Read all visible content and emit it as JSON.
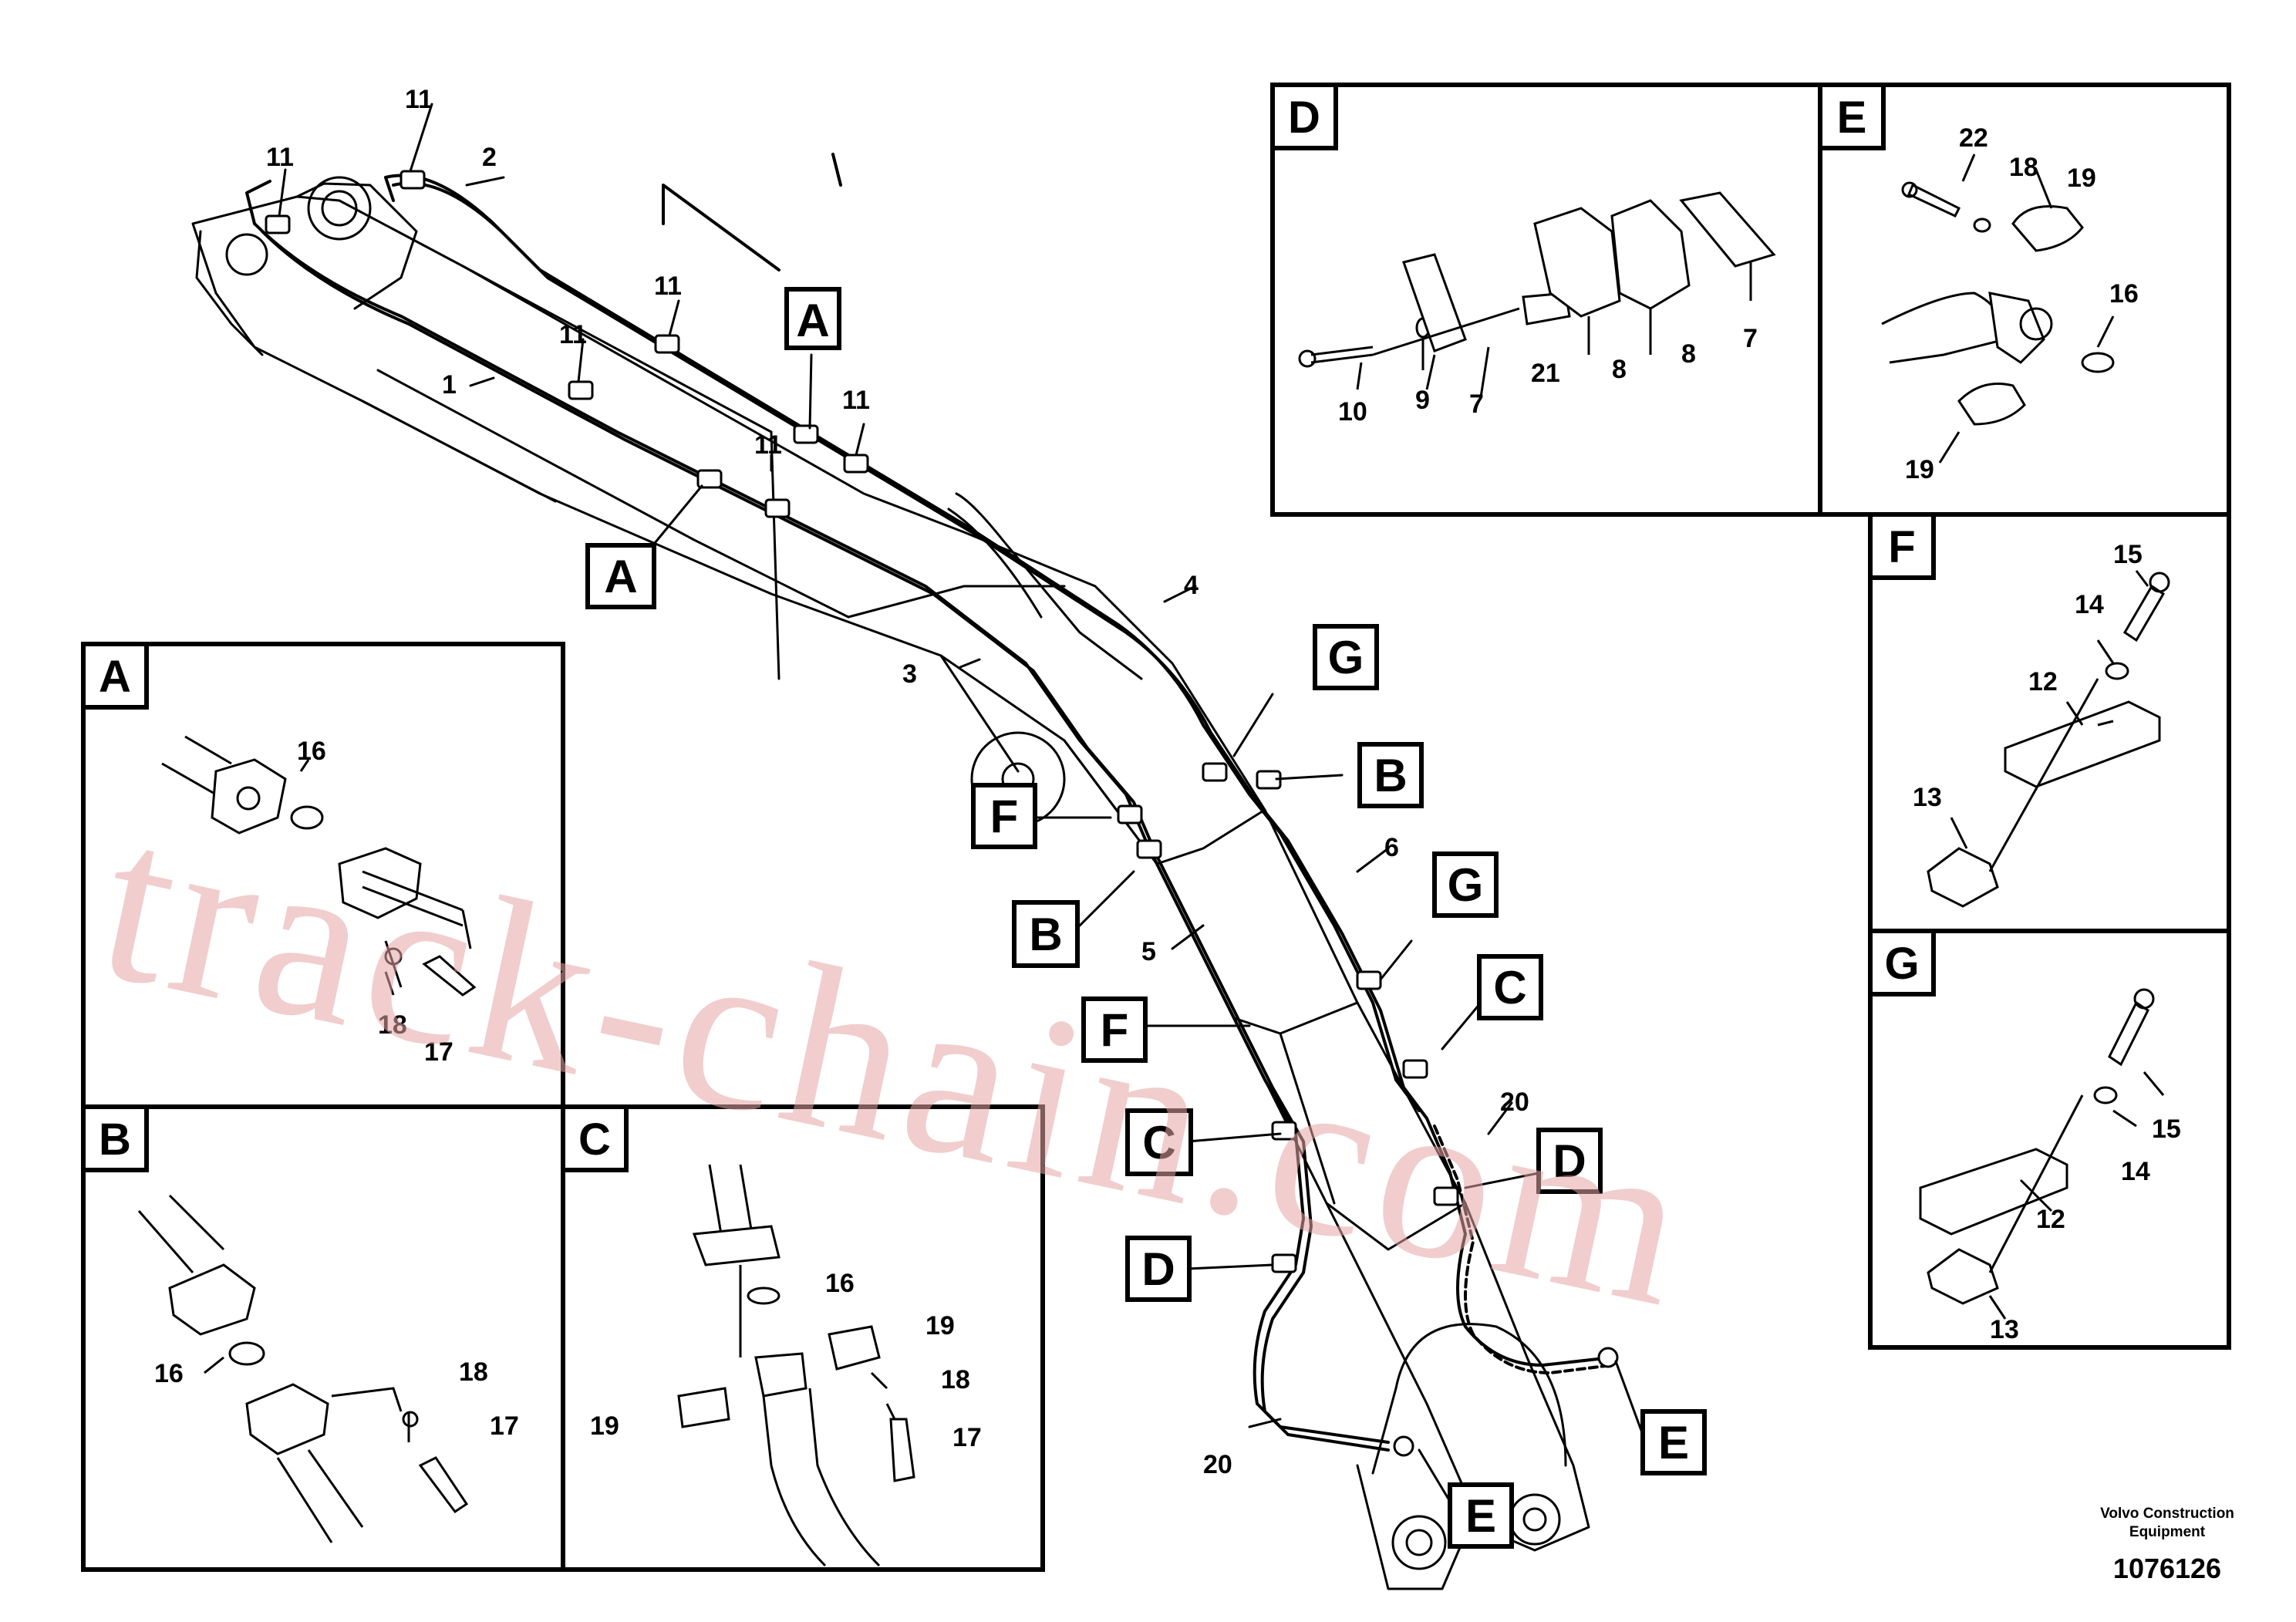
{
  "watermark": "track-chain.com",
  "footer": {
    "company_line1": "Volvo Construction",
    "company_line2": "Equipment",
    "drawing_number": "1076126"
  },
  "main_labels": {
    "n11a": "11",
    "n11b": "11",
    "n11c": "11",
    "n11d": "11",
    "n11e": "11",
    "n11f": "11",
    "n2": "2",
    "n1": "1",
    "n3": "3",
    "n4": "4",
    "n5": "5",
    "n6": "6",
    "n20a": "20",
    "n20b": "20"
  },
  "callouts": {
    "A_top": "A",
    "A_left": "A",
    "B_right": "B",
    "B_left": "B",
    "F_upper": "F",
    "F_lower": "F",
    "G_upper": "G",
    "G_lower": "G",
    "C_right": "C",
    "C_left": "C",
    "D_right": "D",
    "D_left": "D",
    "E_right": "E",
    "E_bottom": "E"
  },
  "panels": {
    "A": {
      "letter": "A",
      "labels": {
        "p16": "16",
        "p18": "18",
        "p17": "17"
      }
    },
    "B": {
      "letter": "B",
      "labels": {
        "p16": "16",
        "p18": "18",
        "p17": "17"
      }
    },
    "C": {
      "letter": "C",
      "labels": {
        "p16": "16",
        "p19a": "19",
        "p19b": "19",
        "p18": "18",
        "p17": "17"
      }
    },
    "D": {
      "letter": "D",
      "labels": {
        "p10": "10",
        "p9": "9",
        "p7a": "7",
        "p21": "21",
        "p8a": "8",
        "p8b": "8",
        "p7b": "7"
      }
    },
    "E": {
      "letter": "E",
      "labels": {
        "p22": "22",
        "p18": "18",
        "p19a": "19",
        "p16": "16",
        "p19b": "19"
      }
    },
    "F": {
      "letter": "F",
      "labels": {
        "p15": "15",
        "p14": "14",
        "p12": "12",
        "p13": "13"
      }
    },
    "G": {
      "letter": "G",
      "labels": {
        "p15": "15",
        "p14": "14",
        "p12": "12",
        "p13": "13"
      }
    }
  }
}
